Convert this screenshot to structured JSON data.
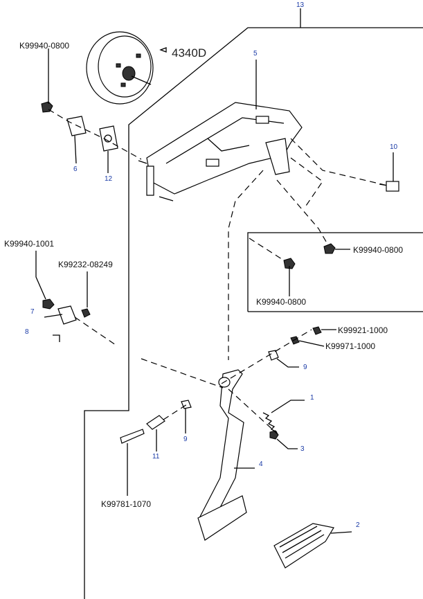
{
  "diagram_ref": "4340D",
  "callouts": {
    "c1": "1",
    "c2": "2",
    "c3": "3",
    "c4": "4",
    "c5": "5",
    "c6": "6",
    "c7": "7",
    "c8": "8",
    "c9a": "9",
    "c9b": "9",
    "c10": "10",
    "c11": "11",
    "c12": "12",
    "c13": "13"
  },
  "part_codes": {
    "p_top_left": "K99940-0800",
    "p_right_upper": "K99940-0800",
    "p_right_lower": "K99940-0800",
    "p_left_1001": "K99940-1001",
    "p_left_08249": "K99232-08249",
    "p_right_1000a": "K99921-1000",
    "p_right_1000b": "K99971-1000",
    "p_bottom_1070": "K99781-1070"
  }
}
